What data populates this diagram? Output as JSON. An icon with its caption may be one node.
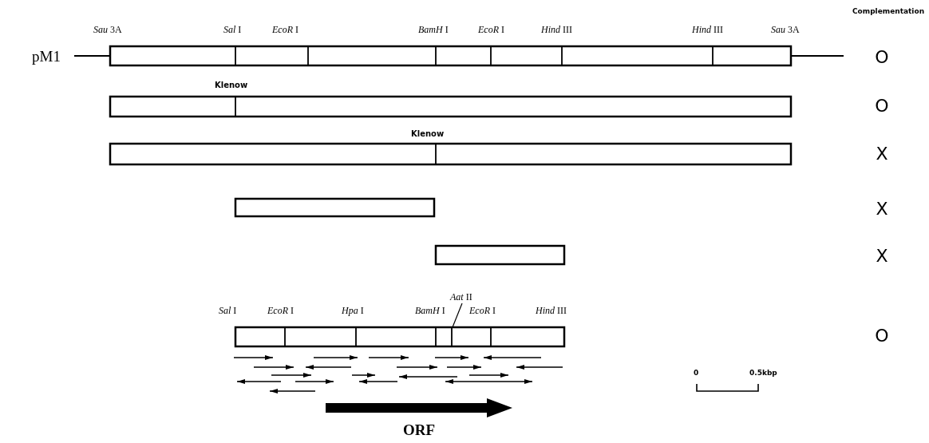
{
  "diagram": {
    "nodes": [
      {
        "text": [],
        "shape": "bar"
      },
      {
        "text": [],
        "shape": "bar"
      },
      {
        "text": [],
        "shape": "bar"
      },
      {
        "text": [],
        "shape": "bar"
      },
      {
        "text": [],
        "shape": "bar"
      },
      {
        "text": [],
        "shape": "bar"
      },
      {
        "text": [
          "*Aat* II"
        ]
      }
    ],
    "edges": [
      {
        "from": 6,
        "to": 5,
        "arrow": "none"
      }
    ],
    "labels": [
      "Complementation",
      "*Sau* 3A",
      "*Sal* I",
      "*EcoR* I",
      "*BamH* I",
      "*EcoR* I",
      "*Hind* III",
      "*Hind* III",
      "*Sau* 3A",
      "pM1",
      "O",
      "Klenow",
      "O",
      "Klenow",
      "X",
      "X",
      "X",
      "*Sal* I",
      "*EcoR* I",
      "*Hpa* I",
      "*BamH* I",
      "*EcoR* I",
      "*Hind* III",
      "O",
      "0",
      "0.5kbp",
      "ORF"
    ]
  }
}
